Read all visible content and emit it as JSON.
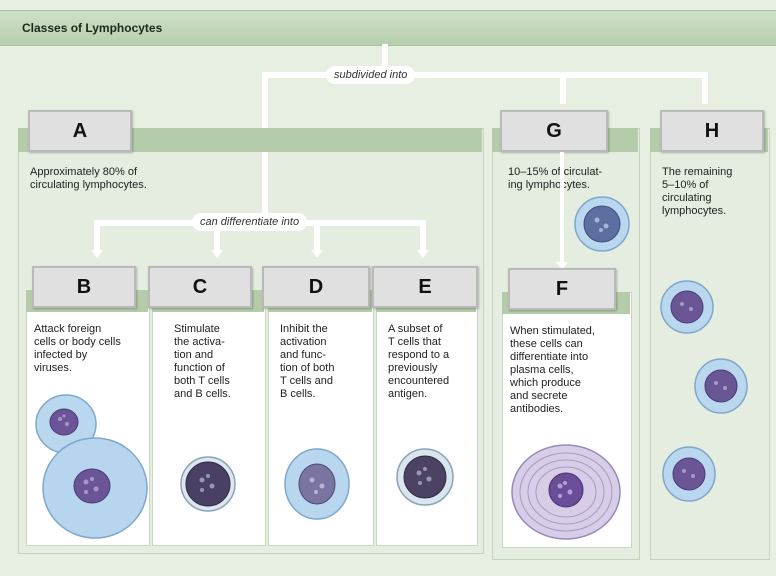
{
  "title": "Classes of Lymphocytes",
  "connectors": {
    "subdivided_into": "subdivided into",
    "can_differentiate_into": "can differentiate into"
  },
  "labels": {
    "A": "A",
    "B": "B",
    "C": "C",
    "D": "D",
    "E": "E",
    "F": "F",
    "G": "G",
    "H": "H"
  },
  "descriptions": {
    "A": "Approximately 80% of\ncirculating lymphocytes.",
    "B": "Attack foreign\ncells or body cells\ninfected by\nviruses.",
    "C": "Stimulate\nthe activa-\ntion and\nfunction of\nboth T cells\nand B cells.",
    "D": "Inhibit the\nactivation\nand func-\ntion of both\nT cells and\nB cells.",
    "E": "A subset of\nT cells that\nrespond to a\npreviously\nencountered\nantigen.",
    "F": "When stimulated,\nthese cells can\ndifferentiate into\nplasma cells,\nwhich produce\nand secrete\nantibodies.",
    "G": "10–15% of circulat-\ning lymphocytes.",
    "H": "The remaining\n5–10% of\ncirculating\nlymphocytes."
  },
  "colors": {
    "panel": "#e4ede0",
    "band": "#b4ccaa",
    "cell_nucleus": "#5b4d86",
    "cell_cytoplasm": "#a9cbe6"
  }
}
